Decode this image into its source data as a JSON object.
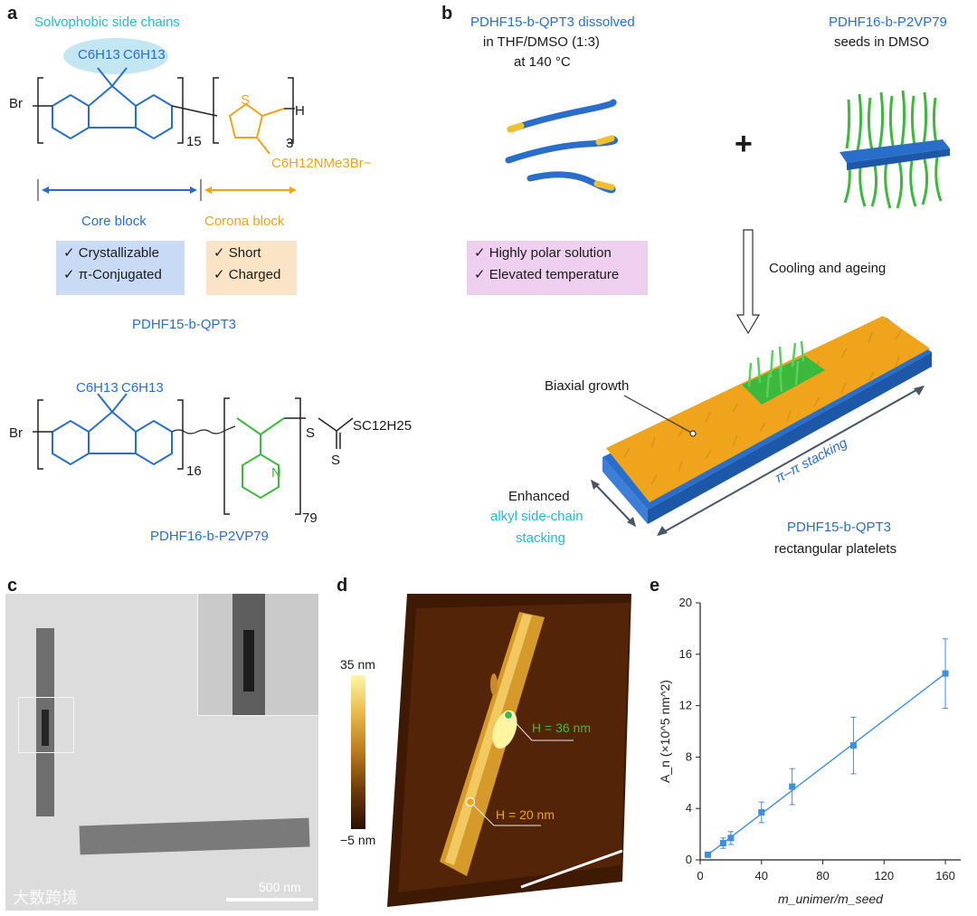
{
  "panels": {
    "a": "a",
    "b": "b",
    "c": "c",
    "d": "d",
    "e": "e"
  },
  "panel_a": {
    "solvophobic_label": "Solvophobic side chains",
    "br": "Br",
    "c6h13_left": "C6H13",
    "c6h13_right": "C6H13",
    "repeat_15": "15",
    "repeat_3": "3",
    "h_end": "H",
    "s_atom": "S",
    "side_chain": "C6H12NMe3Br−",
    "core_block": "Core block",
    "corona_block": "Corona block",
    "core_props": [
      "Crystallizable",
      "π-Conjugated"
    ],
    "corona_props": [
      "Short",
      "Charged"
    ],
    "polymer1_name": "PDHF15-b-QPT3",
    "repeat_16": "16",
    "repeat_79": "79",
    "n_atom": "N",
    "s_chain": "SC12H25",
    "polymer2_name": "PDHF16-b-P2VP79"
  },
  "panel_b": {
    "unimer_text": "PDHF15-b-QPT3 dissolved",
    "solvent_text": "in THF/DMSO (1:3)",
    "temp_text": "at 140 °C",
    "seed_text": "PDHF16-b-P2VP79",
    "seed_solvent": "seeds in DMSO",
    "plus": "+",
    "conditions": [
      "Highly polar solution",
      "Elevated temperature"
    ],
    "cooling": "Cooling and ageing",
    "biaxial": "Biaxial growth",
    "pi_stacking": "π–π stacking",
    "enhanced": "Enhanced",
    "alkyl": "alkyl side-chain",
    "stacking": "stacking",
    "platelet_name": "PDHF15-b-QPT3",
    "platelet_desc": "rectangular platelets"
  },
  "panel_c": {
    "scale_bar": "500 nm",
    "watermark": "大数跨境"
  },
  "panel_d": {
    "cbar_max": "35 nm",
    "cbar_min": "−5 nm",
    "h_high": "H = 36 nm",
    "h_low": "H = 20 nm"
  },
  "chart_data": {
    "type": "scatter",
    "title": "",
    "xlabel": "m_unimer/m_seed",
    "ylabel": "A_n (×10^5 nm^2)",
    "xlim": [
      0,
      170
    ],
    "ylim": [
      0,
      20
    ],
    "xticks": [
      0,
      40,
      80,
      120,
      160
    ],
    "yticks": [
      0,
      4,
      8,
      12,
      16,
      20
    ],
    "x": [
      5,
      15,
      20,
      40,
      60,
      100,
      160
    ],
    "y": [
      0.4,
      1.3,
      1.7,
      3.7,
      5.7,
      8.9,
      14.5
    ],
    "yerr": [
      0.15,
      0.4,
      0.5,
      0.8,
      1.4,
      2.2,
      2.7
    ],
    "fit_line": {
      "x": [
        5,
        160
      ],
      "y": [
        0.4,
        14.5
      ]
    },
    "color": "#3d8fe0",
    "grid": false
  }
}
